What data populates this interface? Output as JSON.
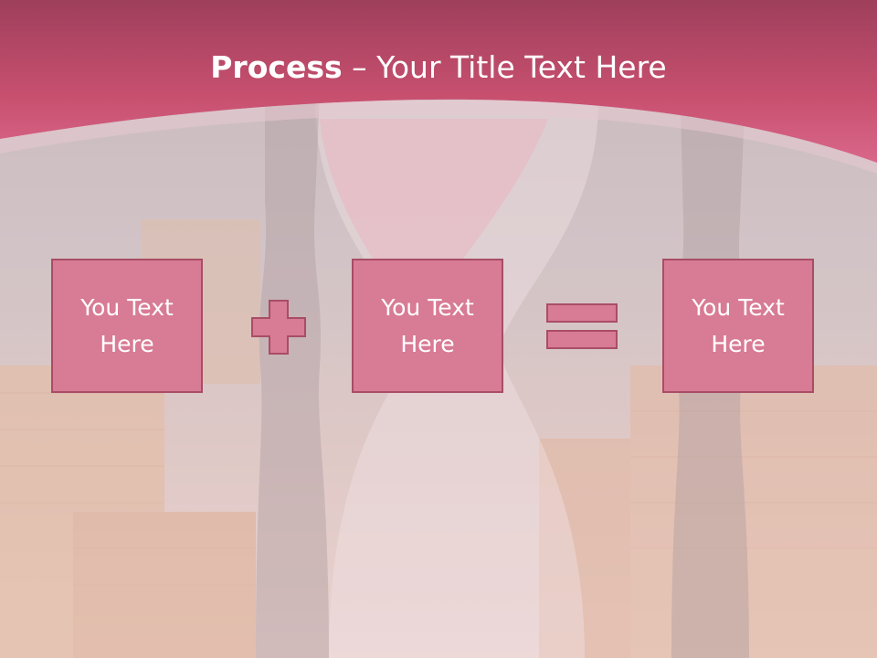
{
  "slide": {
    "title": {
      "bold": "Process",
      "separator": " – ",
      "rest": "Your Title Text Here"
    },
    "boxes": [
      {
        "text": "You Text\nHere"
      },
      {
        "text": "You Text\nHere"
      },
      {
        "text": "You Text\nHere"
      }
    ],
    "operators": [
      "plus-icon",
      "equals-icon"
    ],
    "colors": {
      "header": "#c8506f",
      "box_fill": "#d87b95",
      "box_border": "#a94d66",
      "text": "#ffffff"
    }
  }
}
